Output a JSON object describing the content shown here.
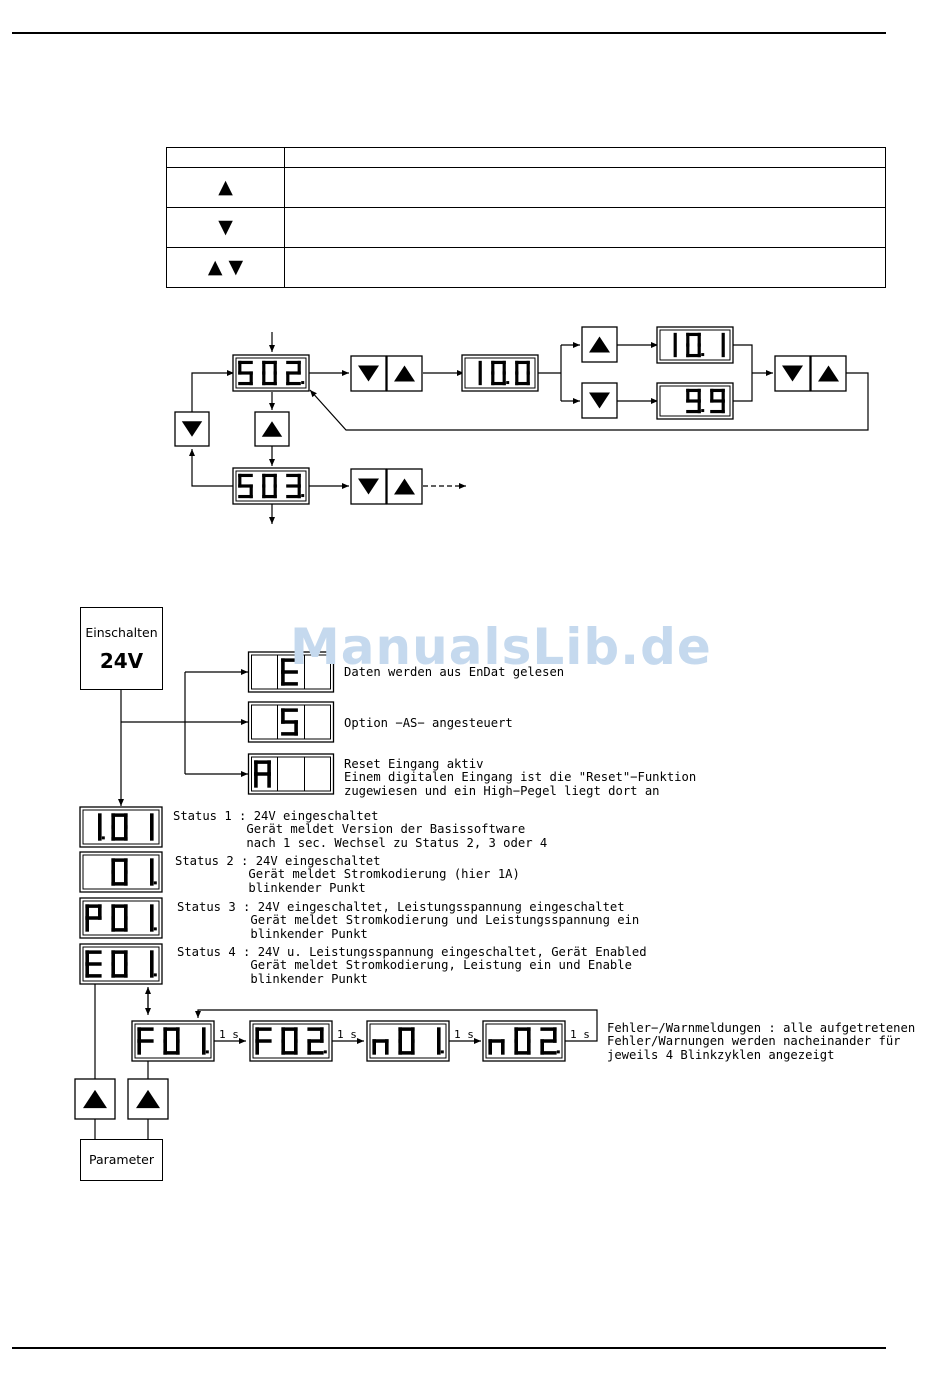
{
  "key_table": {
    "header": [
      "",
      ""
    ],
    "rows": [
      {
        "keys": "▲",
        "description": ""
      },
      {
        "keys": "▼",
        "description": ""
      },
      {
        "keys": "▲ ▼",
        "description": ""
      }
    ]
  },
  "parameter_flow": {
    "displays": [
      "S02.",
      "10.0",
      "10.1",
      "9.9",
      "S03."
    ],
    "arrow_keys": [
      "down",
      "up"
    ]
  },
  "startup": {
    "power_on_label": "Einschalten",
    "power_on_voltage": "24V",
    "watermark": "ManualsLib.de",
    "codes": [
      {
        "display": "E",
        "text": "Daten werden aus EnDat gelesen"
      },
      {
        "display": "S",
        "text": "Option −AS− angesteuert"
      },
      {
        "display": "A",
        "text": "Reset Eingang aktiv\nEinem digitalen Eingang ist die \"Reset\"−Funktion\nzugewiesen und ein High−Pegel liegt dort an"
      }
    ],
    "status": [
      {
        "display": "1.01",
        "text": "Status 1 : 24V eingeschaltet\n          Gerät meldet Version der Basissoftware\n          nach 1 sec. Wechsel zu Status 2, 3 oder 4"
      },
      {
        "display": "01.",
        "text": "Status 2 : 24V eingeschaltet\n          Gerät meldet Stromkodierung (hier 1A)\n          blinkender Punkt"
      },
      {
        "display": "P01.",
        "text": "Status 3 : 24V eingeschaltet, Leistungsspannung eingeschaltet\n          Gerät meldet Stromkodierung und Leistungsspannung ein\n          blinkender Punkt"
      },
      {
        "display": "E01.",
        "text": "Status 4 : 24V u. Leistungsspannung eingeschaltet, Gerät Enabled\n          Gerät meldet Stromkodierung, Leistung ein und Enable\n          blinkender Punkt"
      }
    ],
    "fault_cycle": {
      "displays": [
        "F01.",
        "F02.",
        "n01.",
        "n02."
      ],
      "interval": "1 s",
      "text": "Fehler−/Warnmeldungen : alle aufgetretenen\nFehler/Warnungen werden nacheinander für\njeweils 4 Blinkzyklen angezeigt"
    },
    "parameter_label": "Parameter"
  }
}
